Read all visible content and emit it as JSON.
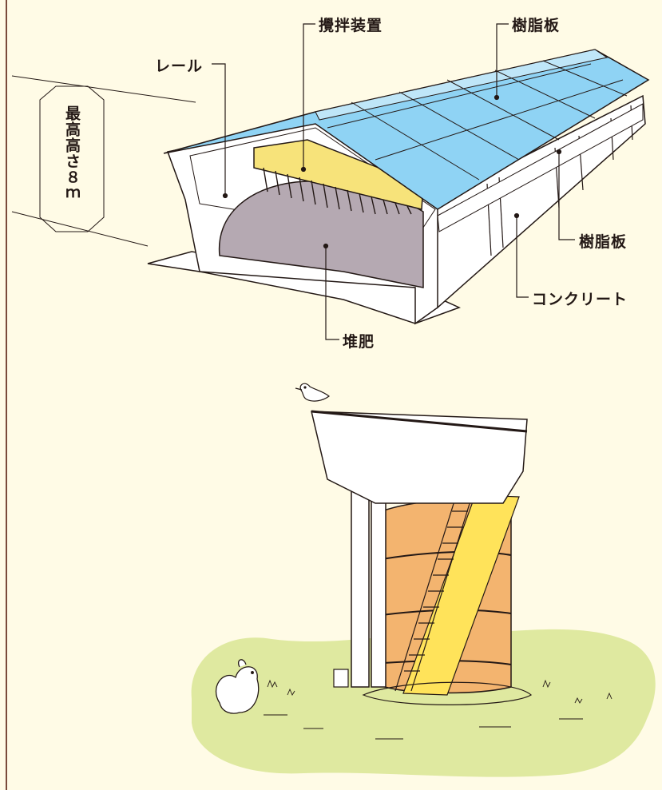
{
  "colors": {
    "background": "#fffbe6",
    "border": "#7a4a3a",
    "roof": "#8fd3f4",
    "roof_band": "#bfe6f8",
    "compost": "#b5a9b2",
    "mixer": "#f7e37a",
    "silo": "#f3b46f",
    "silo_stripe": "#ffe35a",
    "grass": "#dfe9a0",
    "wall": "#ffffff",
    "ink": "#231815"
  },
  "barn": {
    "label_mixer": "攪拌装置",
    "label_roof": "樹脂板",
    "label_rail": "レール",
    "label_height": "最高高さ８ｍ",
    "label_side": "樹脂板",
    "label_concrete": "コンクリート",
    "label_compost": "堆肥"
  },
  "icons": {
    "bird": "bird-icon",
    "dog": "dog-icon"
  }
}
